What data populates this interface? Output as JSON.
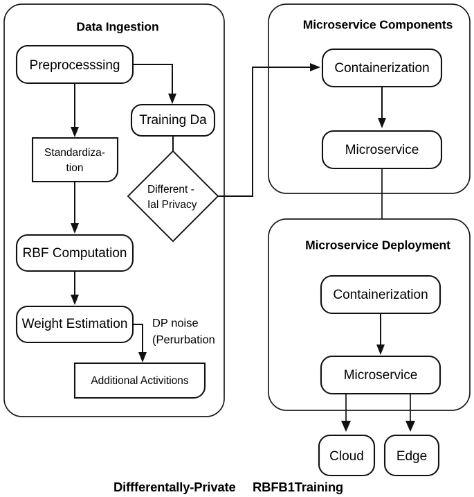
{
  "figure": {
    "caption_part1": "Diffferentally-Private",
    "caption_part2": "RBFB1Training",
    "background_color": "#ffffff",
    "line_color": "#111111"
  },
  "containers": [
    {
      "id": "data-ingestion",
      "title": "Data Ingestion"
    },
    {
      "id": "microservice-components",
      "title": "Microservice Components"
    },
    {
      "id": "microservice-deployment",
      "title": "Microservice Deployment"
    }
  ],
  "data_ingestion": {
    "nodes": [
      {
        "id": "preprocessing",
        "label": "Preprocesssing",
        "shape": "rounded-rect"
      },
      {
        "id": "training-data",
        "label": "Training Da",
        "shape": "rounded-rect"
      },
      {
        "id": "standardization",
        "label_line1": "Standardiza-",
        "label_line2": "tion",
        "shape": "rect-round-br"
      },
      {
        "id": "differential-privacy",
        "label_line1": "Different -",
        "label_line2": "Ial Privacy",
        "shape": "diamond"
      },
      {
        "id": "rbf-computation",
        "label": "RBF Computation",
        "shape": "rounded-rect"
      },
      {
        "id": "weight-estimation",
        "label": "Weight Estimation",
        "shape": "rounded-rect"
      },
      {
        "id": "additional-activations",
        "label": "Additional Activitions",
        "shape": "rect-round-br"
      }
    ],
    "edge_labels": [
      {
        "id": "dp-noise",
        "line1": "DP noise",
        "line2": "(Perurbation"
      }
    ]
  },
  "microservice_components": {
    "nodes": [
      {
        "id": "containerization-components",
        "label": "Containerization",
        "shape": "rounded-rect"
      },
      {
        "id": "microservice-components-node",
        "label": "Microservice",
        "shape": "rounded-rect"
      }
    ]
  },
  "microservice_deployment": {
    "nodes": [
      {
        "id": "containerization-deployment",
        "label": "Containerization",
        "shape": "rounded-rect"
      },
      {
        "id": "microservice-deployment-node",
        "label": "Microservice",
        "shape": "rounded-rect"
      },
      {
        "id": "cloud",
        "label": "Cloud",
        "shape": "rounded-rect"
      },
      {
        "id": "edge",
        "label": "Edge",
        "shape": "rounded-rect"
      }
    ]
  }
}
